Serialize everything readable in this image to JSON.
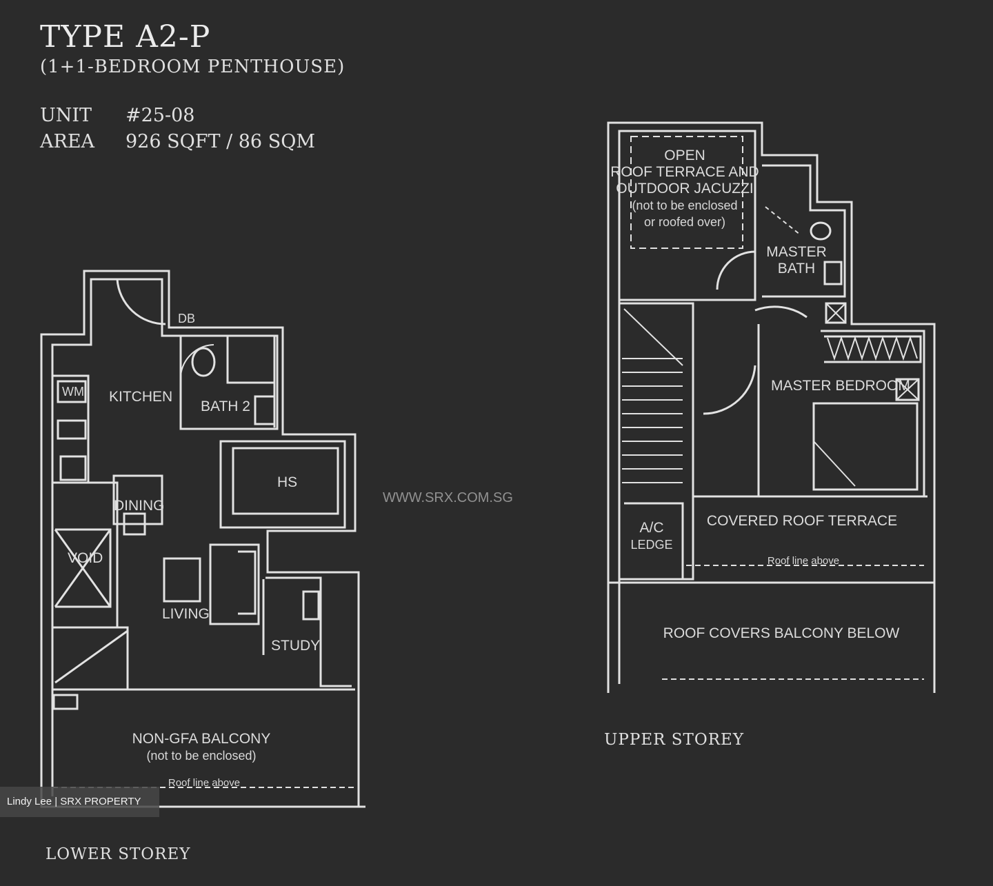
{
  "header": {
    "title": "TYPE A2-P",
    "subtitle": "(1+1-BEDROOM PENTHOUSE)",
    "unit_label": "UNIT",
    "unit_value": "#25-08",
    "area_label": "AREA",
    "area_value": "926 SQFT / 86 SQM"
  },
  "lower": {
    "label": "LOWER STOREY",
    "rooms": {
      "kitchen": "KITCHEN",
      "bath2": "BATH 2",
      "hs": "HS",
      "dining": "DINING",
      "void": "VOID",
      "living": "LIVING",
      "study": "STUDY",
      "wm": "WM",
      "db": "DB",
      "balcony": "NON-GFA BALCONY",
      "balcony_note": "(not to be enclosed)",
      "roofline": "Roof line above"
    }
  },
  "upper": {
    "label": "UPPER STOREY",
    "rooms": {
      "open_line1": "OPEN",
      "open_line2": "ROOF TERRACE AND",
      "open_line3": "OUTDOOR JACUZZI",
      "open_line4": "(not to be enclosed",
      "open_line5": "or roofed over)",
      "master_bath_1": "MASTER",
      "master_bath_2": "BATH",
      "master_bedroom": "MASTER BEDROOM",
      "ac_1": "A/C",
      "ac_2": "LEDGE",
      "covered_terrace": "COVERED ROOF TERRACE",
      "roofline": "Roof line above",
      "roof_covers": "ROOF COVERS BALCONY BELOW"
    }
  },
  "watermark": "WWW.SRX.COM.SG",
  "credit": "Lindy Lee | SRX PROPERTY"
}
